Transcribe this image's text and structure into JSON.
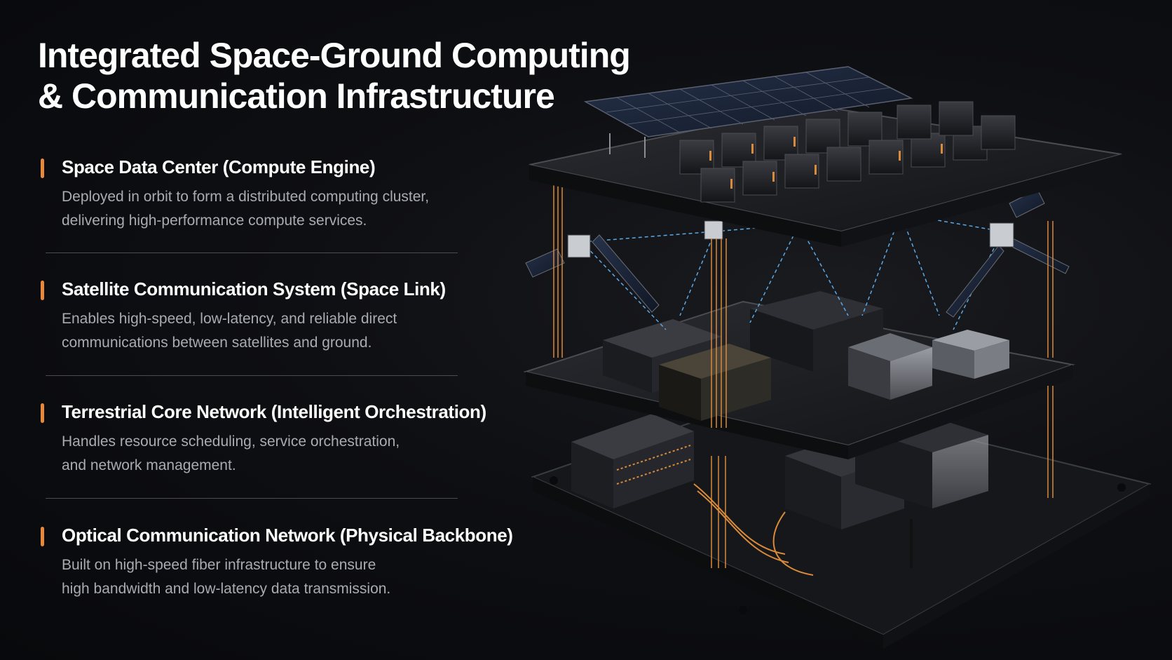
{
  "title": {
    "line1": "Integrated Space-Ground Computing",
    "line2": "& Communication Infrastructure"
  },
  "accent_color": "#e8893a",
  "sections": [
    {
      "heading": "Space Data Center (Compute Engine)",
      "description_line1": "Deployed in orbit to form a distributed computing cluster,",
      "description_line2": "delivering high-performance compute services."
    },
    {
      "heading": "Satellite Communication System (Space Link)",
      "description_line1": "Enables high-speed, low-latency, and reliable direct",
      "description_line2": "communications between satellites and ground."
    },
    {
      "heading": "Terrestrial Core Network (Intelligent Orchestration)",
      "description_line1": "Handles resource scheduling, service orchestration,",
      "description_line2": "and network management."
    },
    {
      "heading": "Optical Communication Network (Physical Backbone)",
      "description_line1": "Built on high-speed fiber infrastructure to ensure",
      "description_line2": "high bandwidth and low-latency data transmission."
    }
  ],
  "illustration": {
    "layers": [
      "space-data-center-platform",
      "satellite-link-layer",
      "terrestrial-core-network-platform",
      "optical-backbone-base"
    ],
    "colors": {
      "fiber": "#d98a3a",
      "link": "#5aa8e6",
      "platform": "#1b1c20",
      "platform_edge": "#3a3c42",
      "solar": "#1c2433"
    }
  }
}
